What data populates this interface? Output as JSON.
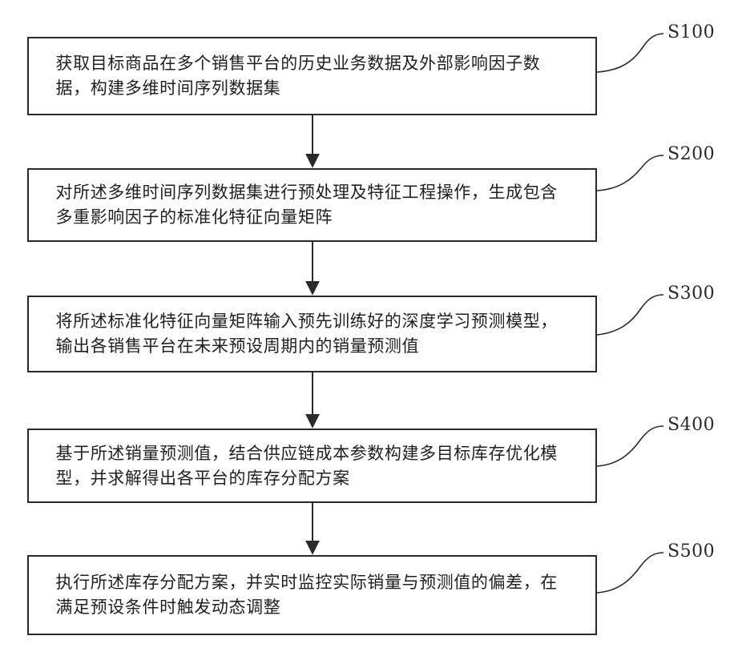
{
  "steps": [
    {
      "label": "S100",
      "text": "获取目标商品在多个销售平台的历史业务数据及外部影响因子数据，构建多维时间序列数据集"
    },
    {
      "label": "S200",
      "text": "对所述多维时间序列数据集进行预处理及特征工程操作，生成包含多重影响因子的标准化特征向量矩阵"
    },
    {
      "label": "S300",
      "text": "将所述标准化特征向量矩阵输入预先训练好的深度学习预测模型，输出各销售平台在未来预设周期内的销量预测值"
    },
    {
      "label": "S400",
      "text": "基于所述销量预测值，结合供应链成本参数构建多目标库存优化模型，并求解得出各平台的库存分配方案"
    },
    {
      "label": "S500",
      "text": "执行所述库存分配方案，并实时监控实际销量与预测值的偏差，在满足预设条件时触发动态调整"
    }
  ],
  "colors": {
    "line": "#2a2a2a",
    "box_border": "#2a2a2a",
    "background": "#ffffff"
  }
}
